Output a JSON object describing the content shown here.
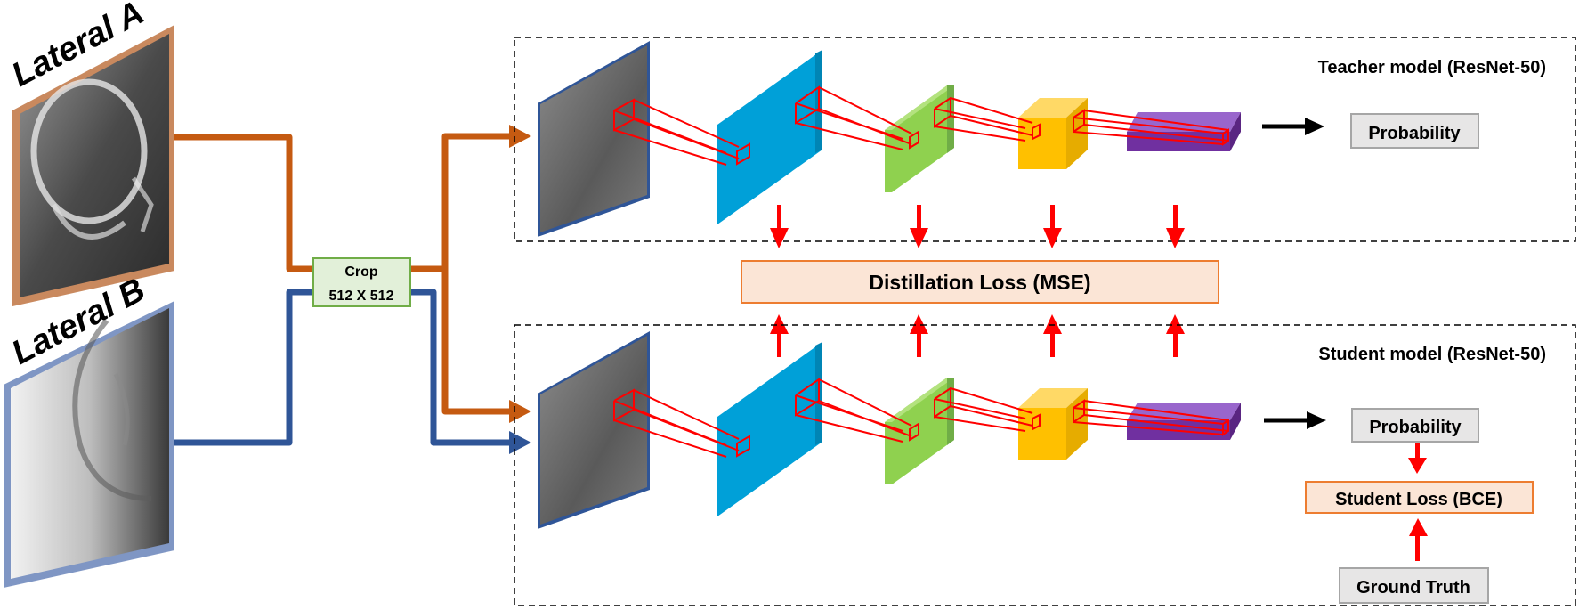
{
  "inputs": {
    "lateral_a": "Lateral A",
    "lateral_b": "Lateral B"
  },
  "crop": {
    "line1": "Crop",
    "line2": "512 X 512"
  },
  "teacher": {
    "title": "Teacher model (ResNet-50)",
    "output": "Probability"
  },
  "student": {
    "title": "Student model (ResNet-50)",
    "output": "Probability",
    "loss": "Student Loss (BCE)",
    "ground_truth": "Ground Truth"
  },
  "distillation_loss": "Distillation Loss (MSE)",
  "colors": {
    "lateral_a_path": "#c55a11",
    "lateral_b_path": "#2f5597",
    "conv_layer_1": "#00a0d8",
    "conv_layer_2": "#8fd14f",
    "conv_layer_3": "#ffc000",
    "conv_layer_4": "#7030a0",
    "feature_link": "#ff0000",
    "loss_box_fill": "#fbe5d6",
    "loss_box_border": "#ed7d31",
    "crop_box_fill": "#e2f0d9",
    "crop_box_border": "#70ad47"
  }
}
